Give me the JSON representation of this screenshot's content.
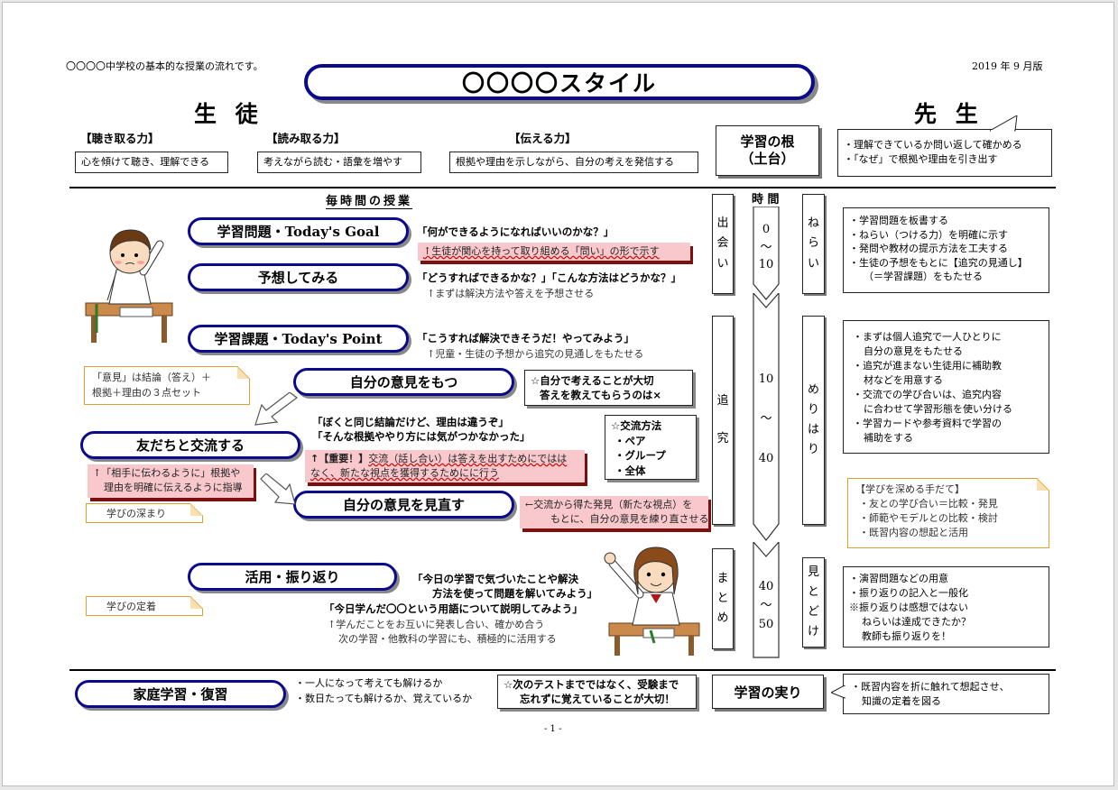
{
  "header": {
    "school_note": "〇〇〇〇中学校の基本的な授業の流れです。",
    "title": "〇〇〇〇スタイル",
    "edition": "2019 年 9 月版",
    "student_label": "生 徒",
    "teacher_label": "先 生"
  },
  "skills": [
    {
      "heading": "【聴き取る力】",
      "desc": "心を傾けて聴き、理解できる"
    },
    {
      "heading": "【読み取る力】",
      "desc": "考えながら読む・語彙を増やす"
    },
    {
      "heading": "【伝える力】",
      "desc": "根拠や理由を示しながら、自分の考えを発信する"
    }
  ],
  "root_box": {
    "line1": "学習の根",
    "line2": "（土台）"
  },
  "teacher_top_bubble": [
    "・理解できているか問い返して確かめる",
    "・「なぜ」で根拠や理由を引き出す"
  ],
  "section_title": "毎時間の授業",
  "time_header": "時 間",
  "phases": [
    {
      "name": [
        "出",
        "会",
        "い"
      ],
      "time": [
        "0",
        "～",
        "10"
      ]
    },
    {
      "name": [
        "追",
        "",
        "究"
      ],
      "time": [
        "10",
        "～",
        "40"
      ]
    },
    {
      "name": [
        "ま",
        "と",
        "め"
      ],
      "time": [
        "40",
        "～",
        "50"
      ]
    }
  ],
  "aims": [
    {
      "label": [
        "ね",
        "ら",
        "い"
      ]
    },
    {
      "label": [
        "め",
        "り",
        "は",
        "り"
      ]
    },
    {
      "label": [
        "見",
        "と",
        "ど",
        "け"
      ]
    }
  ],
  "steps": {
    "goal": "学習問題・Today's Goal",
    "predict": "予想してみる",
    "point": "学習課題・Today's Point",
    "own_opinion": "自分の意見をもつ",
    "exchange": "友だちと交流する",
    "review_opinion": "自分の意見を見直す",
    "apply": "活用・振り返り",
    "home": "家庭学習・復習"
  },
  "quotes": {
    "goal": "「何ができるようになればいいのかな？」",
    "goal_note": "↑生徒が関心を持って取り組める「問い」の形で示す",
    "predict": "「どうすればできるかな？」「こんな方法はどうかな？」",
    "predict_note": "↑まずは解決方法や答えを予想させる",
    "point": "「こうすれば解決できそうだ！やってみよう」",
    "point_note": "↑児童・生徒の予想から追究の見通しをもたせる",
    "exchange1": "「ぼくと同じ結論だけど、理由は違うぞ」",
    "exchange2": "「そんな根拠ややり方には気がつかなかった」",
    "apply1": "「今日の学習で気づいたことや解決",
    "apply2": "方法を使って問題を解いてみよう」",
    "apply3": "「今日学んだ〇〇という用語について説明してみよう」",
    "apply_note1": "↑学んだことをお互いに発表し合い、確かめ合う",
    "apply_note2": "次の学習・他教科の学習にも、積極的に活用する"
  },
  "own_opinion_box": [
    "☆自分で考えることが大切",
    "答えを教えてもらうのは×"
  ],
  "exchange_methods": {
    "title": "☆交流方法",
    "items": [
      "・ペア",
      "・グループ",
      "・全体"
    ]
  },
  "important": {
    "tag": "↑【重要！】",
    "line1": "交流（話し合い）は答えを出すためにではは",
    "line2": "なく、新たな視点を獲得するためにに行う"
  },
  "review_note": {
    "line1": "←交流から得た発見（新たな視点）を",
    "line2": "もとに、自分の意見を練り直させる"
  },
  "opinion_fold": [
    "「意見」は結論（答え）＋",
    "根拠＋理由の３点セット"
  ],
  "exchange_pink": [
    "↑「相手に伝わるように」根拠や",
    "理由を明確に伝えるように指導"
  ],
  "deep_label": "学びの深まり",
  "fix_label": "学びの定着",
  "aim_notes": [
    [
      "・学習問題を板書する",
      "・ねらい（つける力）を明確に示す",
      "・発問や教材の提示方法を工夫する",
      "・生徒の予想をもとに【追究の見通し】",
      "（＝学習課題）をもたせる"
    ],
    [
      "・まずは個人追究で一人ひとりに",
      "自分の意見をもたせる",
      "・追究が進まない生徒用に補助教",
      "材などを用意する",
      "・交流での学び合いは、追究内容",
      "に合わせて学習形態を使い分ける",
      "・学習カードや参考資料で学習の",
      "補助をする"
    ],
    [
      "・演習問題などの用意",
      "・振り返りの記入と一般化",
      "※振り返りは感想ではない",
      "ねらいは達成できたか？",
      "教師も振り返りを！"
    ]
  ],
  "deepen": {
    "title": "【学びを深める手だて】",
    "items": [
      "・友との学び合い＝比較・発見",
      "・師範やモデルとの比較・検討",
      "・既習内容の想起と活用"
    ]
  },
  "home_notes": [
    "・一人になって考えても解けるか",
    "・数日たっても解けるか、覚えているか"
  ],
  "test_box": [
    "☆次のテストまでではなく、受験まで",
    "忘れずに覚えていることが大切！"
  ],
  "fruit_box": "学習の実り",
  "fruit_notes": [
    "・既習内容を折に触れて想起させ、",
    "知識の定着を図る"
  ],
  "page_number": "- 1 -"
}
